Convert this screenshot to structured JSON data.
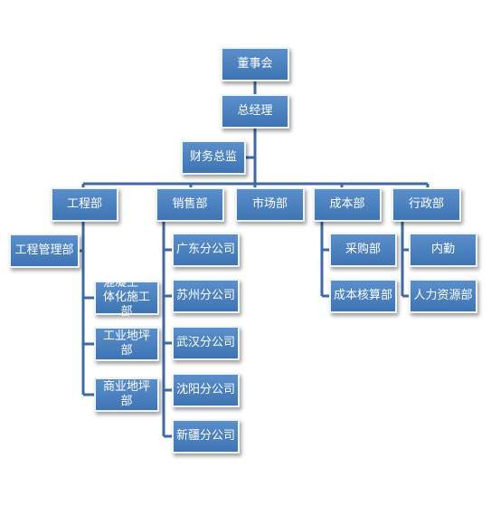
{
  "nodes": {
    "board": "董事会",
    "ceo": "总经理",
    "cfo": "财务总监",
    "engineering": "工程部",
    "sales": "销售部",
    "marketing": "市场部",
    "cost": "成本部",
    "admin": "行政部",
    "eng_management": "工程管理部",
    "eng_concrete": "混凝土一体化施工部",
    "eng_industrial_floor": "工业地坪部",
    "eng_commercial_floor": "商业地坪部",
    "sales_guangdong": "广东分公司",
    "sales_suzhou": "苏州分公司",
    "sales_wuhan": "武汉分公司",
    "sales_shenyang": "沈阳分公司",
    "sales_xinjiang": "新疆分公司",
    "cost_purchasing": "采购部",
    "cost_accounting": "成本核算部",
    "admin_logistics": "内勤",
    "admin_hr": "人力资源部"
  },
  "colors": {
    "box_fill": "#4a7fc0",
    "connector": "#3d6aa3",
    "text": "#ffffff"
  }
}
